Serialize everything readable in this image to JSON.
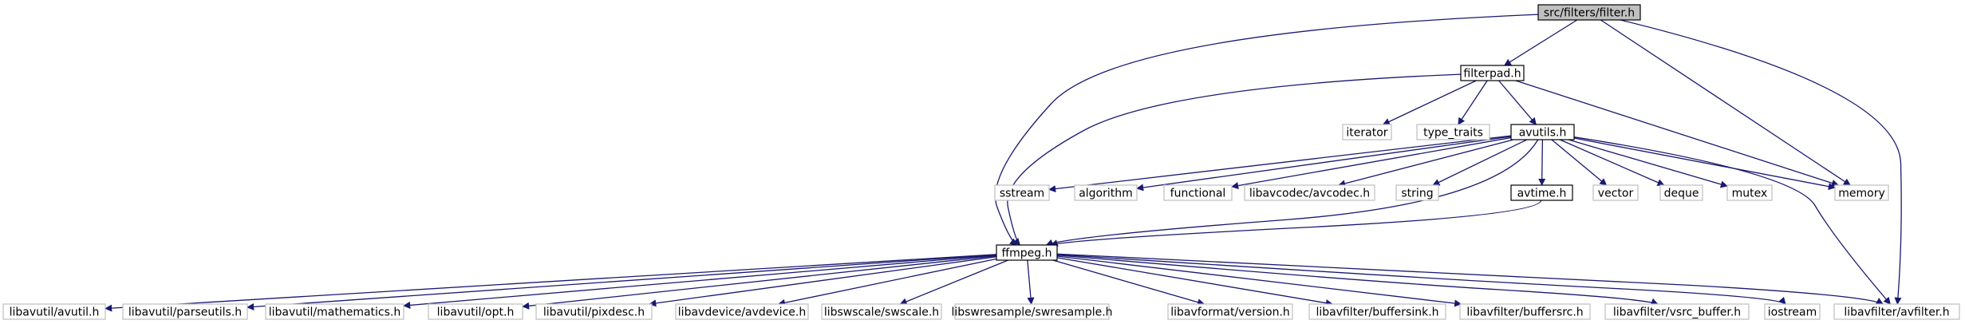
{
  "colors": {
    "edge": "#191970",
    "root_fill": "#bfbfbf",
    "node_fill": "#ffffff",
    "documented_border": "#000000",
    "external_border": "#bfbfbf",
    "external_text": "#3f3f3f"
  },
  "nodes": [
    {
      "id": "filter_h",
      "label": "src/filters/filter.h",
      "kind": "root"
    },
    {
      "id": "filterpad_h",
      "label": "filterpad.h",
      "kind": "documented"
    },
    {
      "id": "iterator",
      "label": "iterator",
      "kind": "external"
    },
    {
      "id": "type_traits",
      "label": "type_traits",
      "kind": "external"
    },
    {
      "id": "avutils_h",
      "label": "avutils.h",
      "kind": "documented"
    },
    {
      "id": "memory",
      "label": "memory",
      "kind": "external"
    },
    {
      "id": "sstream",
      "label": "sstream",
      "kind": "external"
    },
    {
      "id": "algorithm",
      "label": "algorithm",
      "kind": "external"
    },
    {
      "id": "functional",
      "label": "functional",
      "kind": "external"
    },
    {
      "id": "avcodec",
      "label": "libavcodec/avcodec.h",
      "kind": "external"
    },
    {
      "id": "string",
      "label": "string",
      "kind": "external"
    },
    {
      "id": "avtime_h",
      "label": "avtime.h",
      "kind": "documented"
    },
    {
      "id": "vector",
      "label": "vector",
      "kind": "external"
    },
    {
      "id": "deque",
      "label": "deque",
      "kind": "external"
    },
    {
      "id": "mutex",
      "label": "mutex",
      "kind": "external"
    },
    {
      "id": "ffmpeg_h",
      "label": "ffmpeg.h",
      "kind": "documented"
    },
    {
      "id": "avutil",
      "label": "libavutil/avutil.h",
      "kind": "external"
    },
    {
      "id": "parseutils",
      "label": "libavutil/parseutils.h",
      "kind": "external"
    },
    {
      "id": "mathematics",
      "label": "libavutil/mathematics.h",
      "kind": "external"
    },
    {
      "id": "opt",
      "label": "libavutil/opt.h",
      "kind": "external"
    },
    {
      "id": "pixdesc",
      "label": "libavutil/pixdesc.h",
      "kind": "external"
    },
    {
      "id": "avdevice",
      "label": "libavdevice/avdevice.h",
      "kind": "external"
    },
    {
      "id": "swscale",
      "label": "libswscale/swscale.h",
      "kind": "external"
    },
    {
      "id": "swresample",
      "label": "libswresample/swresample.h",
      "kind": "external"
    },
    {
      "id": "version",
      "label": "libavformat/version.h",
      "kind": "external"
    },
    {
      "id": "buffersink",
      "label": "libavfilter/buffersink.h",
      "kind": "external"
    },
    {
      "id": "buffersrc",
      "label": "libavfilter/buffersrc.h",
      "kind": "external"
    },
    {
      "id": "vsrc_buffer",
      "label": "libavfilter/vsrc_buffer.h",
      "kind": "external"
    },
    {
      "id": "iostream",
      "label": "iostream",
      "kind": "external"
    },
    {
      "id": "avfilter",
      "label": "libavfilter/avfilter.h",
      "kind": "external"
    }
  ],
  "edges": [
    [
      "filter_h",
      "filterpad_h"
    ],
    [
      "filter_h",
      "memory"
    ],
    [
      "filter_h",
      "ffmpeg_h"
    ],
    [
      "filter_h",
      "avfilter"
    ],
    [
      "filterpad_h",
      "iterator"
    ],
    [
      "filterpad_h",
      "type_traits"
    ],
    [
      "filterpad_h",
      "avutils_h"
    ],
    [
      "filterpad_h",
      "memory"
    ],
    [
      "filterpad_h",
      "ffmpeg_h"
    ],
    [
      "avutils_h",
      "sstream"
    ],
    [
      "avutils_h",
      "algorithm"
    ],
    [
      "avutils_h",
      "functional"
    ],
    [
      "avutils_h",
      "avcodec"
    ],
    [
      "avutils_h",
      "string"
    ],
    [
      "avutils_h",
      "avtime_h"
    ],
    [
      "avutils_h",
      "vector"
    ],
    [
      "avutils_h",
      "deque"
    ],
    [
      "avutils_h",
      "mutex"
    ],
    [
      "avutils_h",
      "memory"
    ],
    [
      "avutils_h",
      "ffmpeg_h"
    ],
    [
      "avutils_h",
      "avfilter"
    ],
    [
      "avtime_h",
      "ffmpeg_h"
    ],
    [
      "ffmpeg_h",
      "avutil"
    ],
    [
      "ffmpeg_h",
      "parseutils"
    ],
    [
      "ffmpeg_h",
      "mathematics"
    ],
    [
      "ffmpeg_h",
      "opt"
    ],
    [
      "ffmpeg_h",
      "pixdesc"
    ],
    [
      "ffmpeg_h",
      "avdevice"
    ],
    [
      "ffmpeg_h",
      "swscale"
    ],
    [
      "ffmpeg_h",
      "swresample"
    ],
    [
      "ffmpeg_h",
      "version"
    ],
    [
      "ffmpeg_h",
      "buffersink"
    ],
    [
      "ffmpeg_h",
      "buffersrc"
    ],
    [
      "ffmpeg_h",
      "vsrc_buffer"
    ],
    [
      "ffmpeg_h",
      "iostream"
    ],
    [
      "ffmpeg_h",
      "avfilter"
    ]
  ]
}
